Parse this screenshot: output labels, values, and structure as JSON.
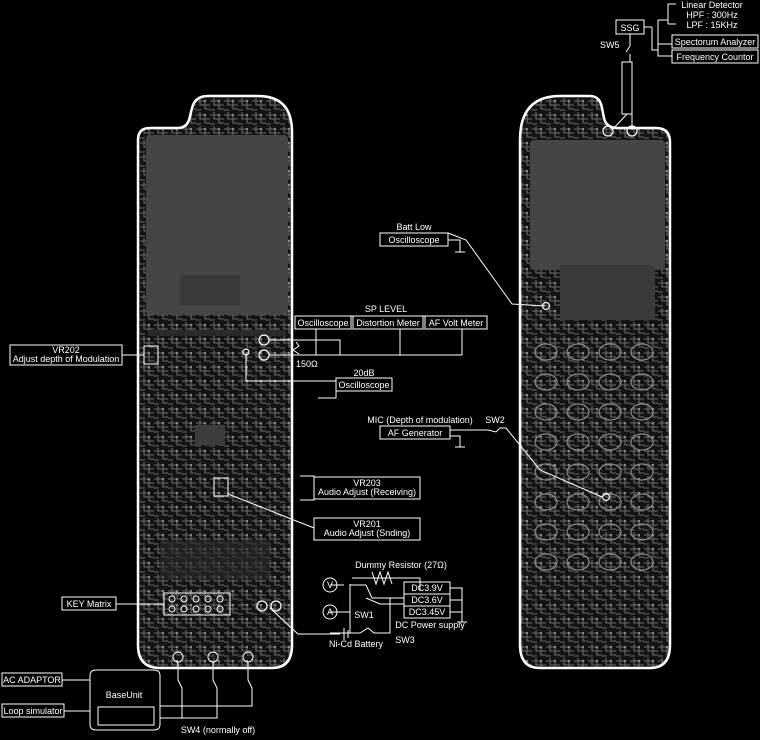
{
  "labels": {
    "linear_detector": "Linear Detector",
    "hpf": "HPF : 300Hz",
    "lpf": "LPF : 15KHz",
    "ssg": "SSG",
    "spectrum_analyzer": "Spectorum Analyzer",
    "frequency_counter": "Frequency Countor",
    "sw5": "SW5",
    "batt_low": "Batt Low",
    "oscilloscope_batt": "Oscilloscope",
    "sp_level": "SP LEVEL",
    "oscilloscope_sp": "Oscilloscope",
    "distortion_meter": "Distortion Meter",
    "af_volt_meter": "AF Volt Meter",
    "ohm150": "150Ω",
    "db20": "20dB",
    "oscilloscope_20db": "Oscilloscope",
    "vr202": "VR202",
    "vr202_desc": "Adjust depth of Modulation",
    "mic": "MIC (Depth of modulation)",
    "sw2": "SW2",
    "af_generator": "AF Generator",
    "vr203": "VR203",
    "vr203_desc": "Audio Adjust (Receiving)",
    "vr201": "VR201",
    "vr201_desc": "Audio Adjust (Snding)",
    "dummy_resistor": "Dummy Resistor (27Ω)",
    "voltmeter": "V",
    "ammeter": "A",
    "dc39": "DC3.9V",
    "dc36": "DC3.6V",
    "dc345": "DC3.45V",
    "sw1": "SW1",
    "dc_power_supply": "DC Power supply",
    "key_matrix": "KEY Matrix",
    "nicd_battery": "Ni-Cd Battery",
    "sw3": "SW3",
    "ac_adaptor": "AC ADAPTOR",
    "base_unit": "BaseUnit",
    "loop_simulator": "Loop simulator",
    "sw4": "SW4 (normally off)"
  },
  "colors": {
    "background": "#000000",
    "board_fill": "#454545",
    "trace": "#7a7a7a",
    "line": "#ffffff"
  }
}
